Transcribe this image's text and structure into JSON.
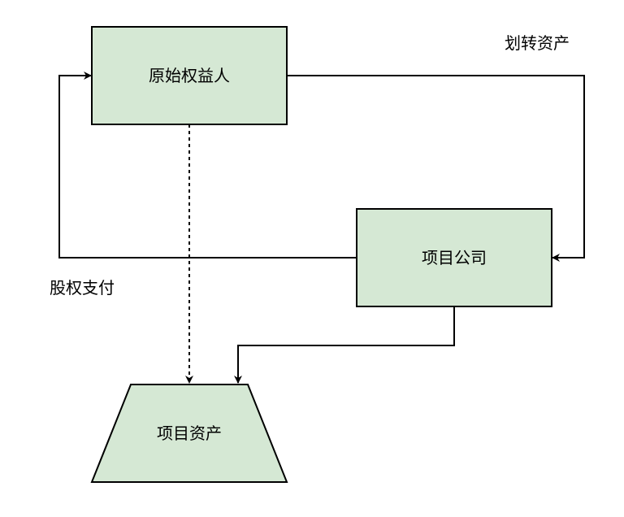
{
  "nodes": {
    "original_owner": "原始权益人",
    "project_company": "项目公司",
    "project_assets": "项目资产"
  },
  "edge_labels": {
    "transfer_assets": "划转资产",
    "equity_payment": "股权支付"
  },
  "colors": {
    "node_fill": "#d5e8d4",
    "stroke": "#000000"
  }
}
